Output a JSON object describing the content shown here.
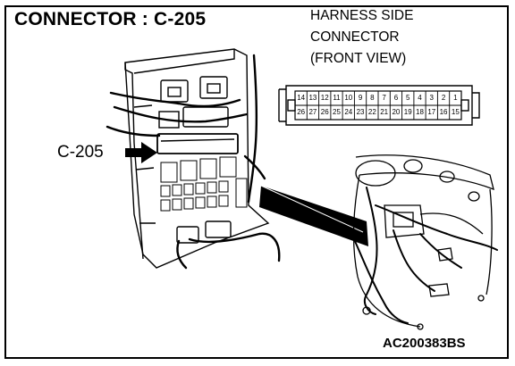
{
  "title": "CONNECTOR : C-205",
  "harness_label": {
    "line1": "HARNESS SIDE",
    "line2": "CONNECTOR",
    "line3": "(FRONT VIEW)"
  },
  "connector_pins": {
    "top_row": [
      "14",
      "13",
      "12",
      "11",
      "10",
      "9",
      "8",
      "7",
      "6",
      "5",
      "4",
      "3",
      "2",
      "1"
    ],
    "bottom_row": [
      "26",
      "27",
      "26",
      "25",
      "24",
      "23",
      "22",
      "21",
      "20",
      "19",
      "18",
      "17",
      "16",
      "15"
    ]
  },
  "callout_label": "C-205",
  "figure_code": "AC200383BS"
}
